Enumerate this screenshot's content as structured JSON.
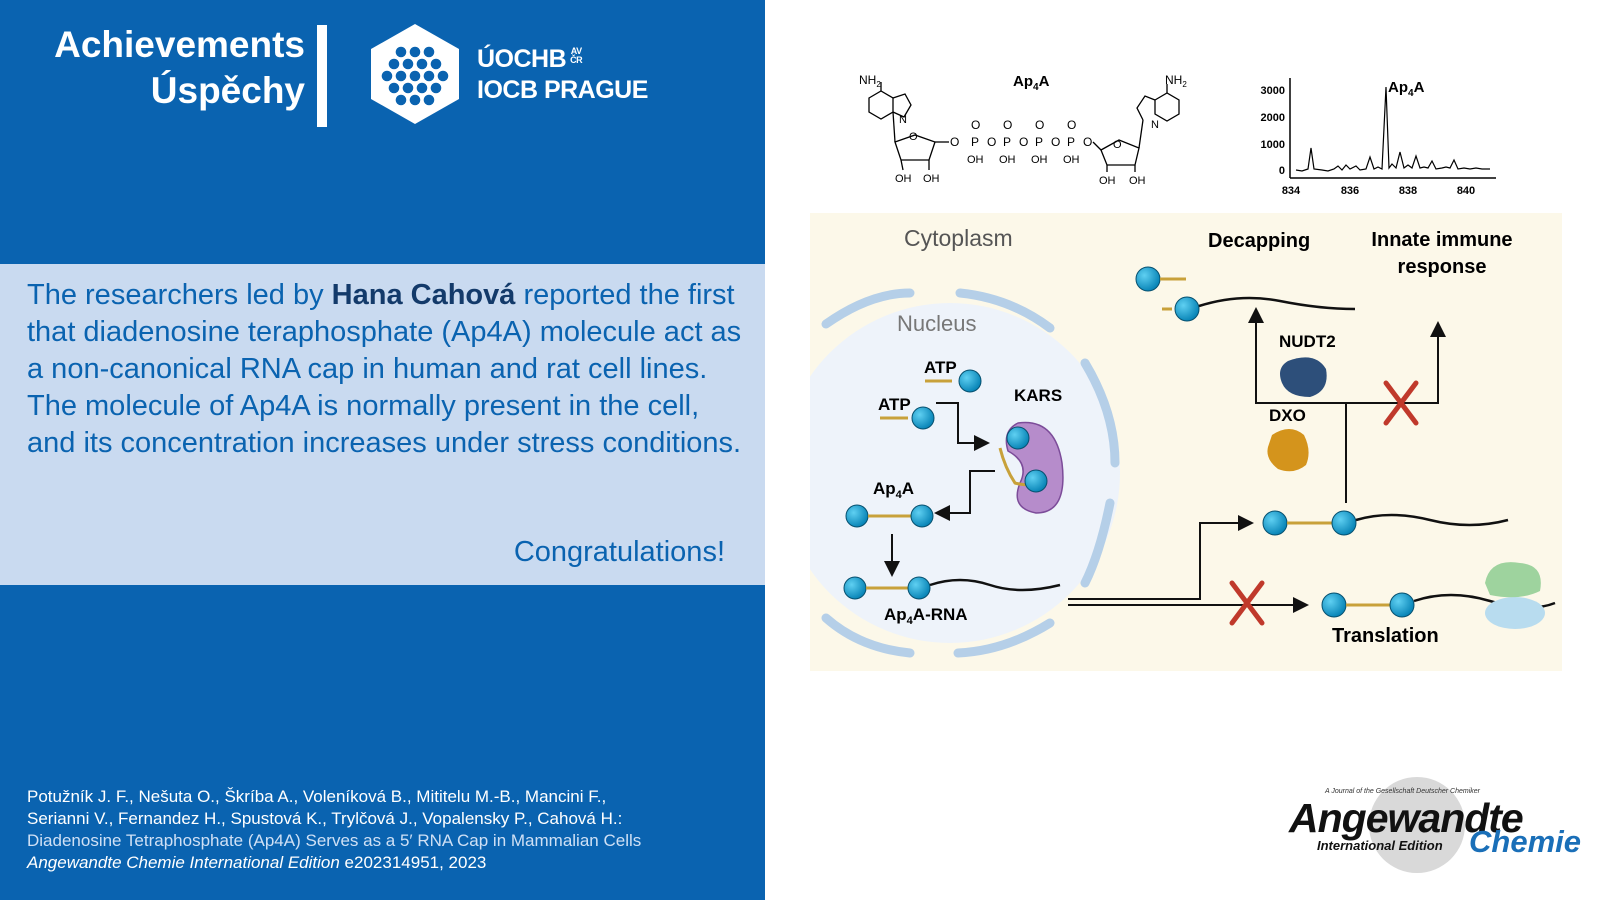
{
  "header": {
    "title_line1": "Achievements",
    "title_line2": "Úspěchy",
    "institute_line1": "ÚOCHB",
    "institute_line2": "IOCB PRAGUE",
    "av_line1": "AV",
    "av_line2": "ČR"
  },
  "summary": {
    "part1": "The researchers led by ",
    "leader": "Hana Cahová",
    "part2": " reported the first that diadenosine teraphosphate (Ap4A) molecule act as a non-canonical RNA cap in human and rat cell lines. The molecule of Ap4A is normally present in the cell, and its concentration increases under stress conditions.",
    "congrats": "Congratulations!"
  },
  "citation": {
    "authors1": "Potužník J. F., Nešuta O., Škríba A., Voleníková B., Mititelu M.-B., Mancini F.,",
    "authors2": "Serianni V., Fernandez H., Spustová K., Trylčová J., Vopalensky P., Cahová H.:",
    "title": "Diadenosine Tetraphosphate (Ap4A) Serves as a 5′ RNA Cap in Mammalian Cells",
    "journal": "Angewandte Chemie International Edition",
    "ref": " e202314951, 2023"
  },
  "structure": {
    "name": "Ap",
    "name_sub": "4",
    "name_end": "A",
    "nh2": "NH",
    "nh2_sub": "2",
    "oh": "OH",
    "o": "O",
    "p": "P",
    "n": "N"
  },
  "mass_spec": {
    "label": "Ap",
    "label_sub": "4",
    "label_end": "A",
    "y_ticks": [
      "3000",
      "2000",
      "1000",
      "0"
    ],
    "x_ticks": [
      "834",
      "836",
      "838",
      "840"
    ]
  },
  "diagram": {
    "cytoplasm": "Cytoplasm",
    "nucleus": "Nucleus",
    "atp1": "ATP",
    "atp2": "ATP",
    "kars": "KARS",
    "ap4a": "Ap",
    "ap4a_sub": "4",
    "ap4a_end": "A",
    "ap4a_rna": "Ap",
    "ap4a_rna_sub": "4",
    "ap4a_rna_end": "A-RNA",
    "decapping": "Decapping",
    "innate1": "Innate immune",
    "innate2": "response",
    "nudt2": "NUDT2",
    "dxo": "DXO",
    "translation": "Translation"
  },
  "journal_logo": {
    "tagline": "A Journal of the Gesellschaft Deutscher Chemiker",
    "name1": "Angewandte",
    "edition": "International Edition",
    "name2": "Chemie"
  },
  "colors": {
    "brand_blue": "#0a63b0",
    "band": "#c9daf0",
    "dark_blue": "#133a6a",
    "cross_red": "#c0392b",
    "kars_purple": "#b68ccb",
    "nudt2_navy": "#2d4f7a",
    "dxo_orange": "#d4941c"
  }
}
